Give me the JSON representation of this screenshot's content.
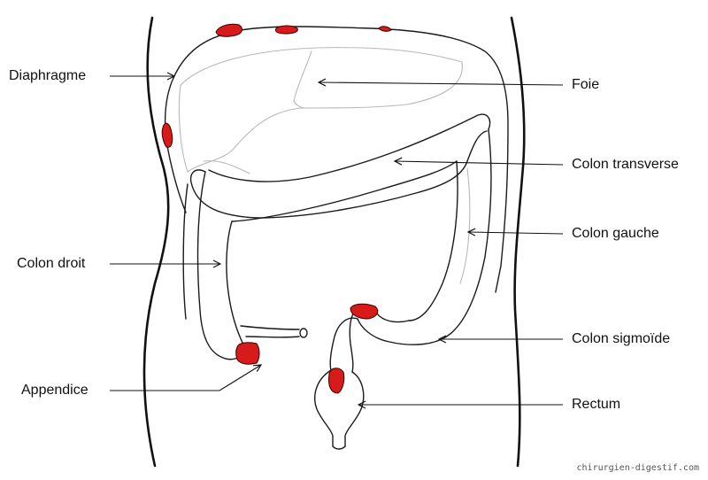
{
  "labels": {
    "diaphragme": "Diaphragme",
    "foie": "Foie",
    "colon_transverse": "Colon transverse",
    "colon_gauche": "Colon gauche",
    "colon_droit": "Colon droit",
    "colon_sigmoide": "Colon sigmoïde",
    "appendice": "Appendice",
    "rectum": "Rectum"
  },
  "credit": "chirurgien-digestif.com",
  "colors": {
    "lesion": "#d71a1a",
    "outline": "#1a1a1a",
    "liver_line": "#b8b8b8",
    "background": "#ffffff"
  }
}
